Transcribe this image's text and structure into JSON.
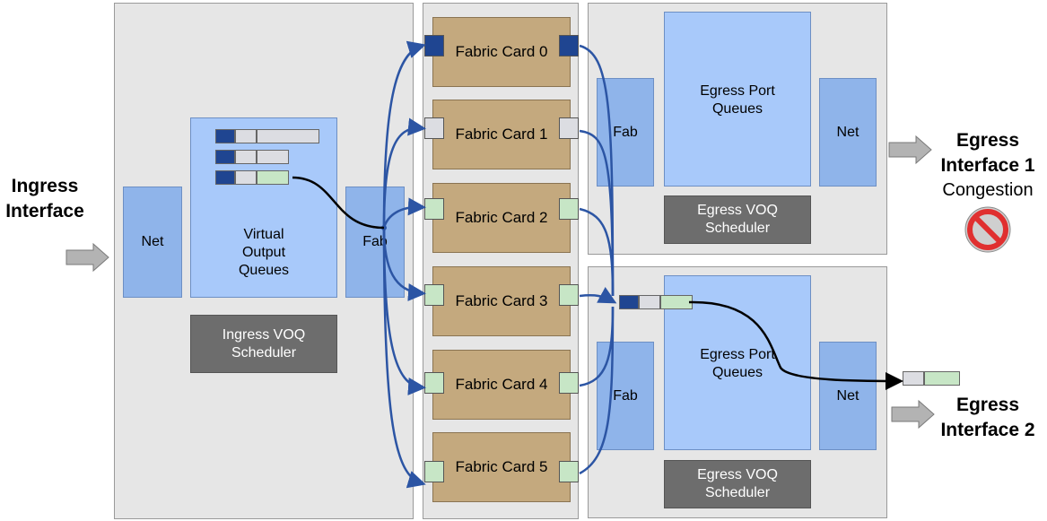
{
  "ingress_interface": {
    "label_line1": "Ingress",
    "label_line2": "Interface"
  },
  "ingress_linecard": {
    "net_label": "Net",
    "voq_line1": "Virtual",
    "voq_line2": "Output",
    "voq_line3": "Queues",
    "fab_label": "Fab",
    "scheduler_line1": "Ingress VOQ",
    "scheduler_line2": "Scheduler"
  },
  "fabric_cards": [
    {
      "label": "Fabric Card 0",
      "port_state": "navy"
    },
    {
      "label": "Fabric Card 1",
      "port_state": "grey"
    },
    {
      "label": "Fabric Card 2",
      "port_state": "green"
    },
    {
      "label": "Fabric Card 3",
      "port_state": "green"
    },
    {
      "label": "Fabric Card 4",
      "port_state": "green"
    },
    {
      "label": "Fabric Card 5",
      "port_state": "green"
    }
  ],
  "egress_linecard_1": {
    "fab_label": "Fab",
    "queues_line1": "Egress Port",
    "queues_line2": "Queues",
    "net_label": "Net",
    "scheduler_line1": "Egress VOQ",
    "scheduler_line2": "Scheduler"
  },
  "egress_linecard_2": {
    "fab_label": "Fab",
    "queues_line1": "Egress Port",
    "queues_line2": "Queues",
    "net_label": "Net",
    "scheduler_line1": "Egress VOQ",
    "scheduler_line2": "Scheduler"
  },
  "egress_interface_1": {
    "label_line1": "Egress",
    "label_line2": "Interface 1",
    "status": "Congestion"
  },
  "egress_interface_2": {
    "label_line1": "Egress",
    "label_line2": "Interface 2"
  },
  "colors": {
    "panel": "#e6e6e6",
    "block_blue": "#8fb4ea",
    "block_light_blue": "#a8c9fa",
    "fabric_card": "#c4a97e",
    "scheduler": "#6d6d6d",
    "packet_navy": "#1f4591",
    "packet_grey": "#dcdde2",
    "packet_green": "#c7e6c6",
    "link_blue": "#2c55a4",
    "no_sign_red": "#e03030"
  }
}
